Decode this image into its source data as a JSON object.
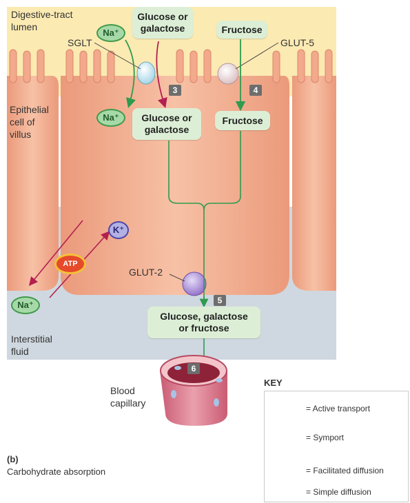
{
  "labels": {
    "lumen": "Digestive-tract\nlumen",
    "epithelial": "Epithelial\ncell of\nvillus",
    "interstitial": "Interstitial\nfluid",
    "capillary": "Blood\ncapillary",
    "sglt": "SGLT",
    "glut5": "GLUT-5",
    "glut2": "GLUT-2",
    "caption_prefix": "(b)",
    "caption": "Carbohydrate absorption"
  },
  "boxes": {
    "glucose_top": "Glucose or\ngalactose",
    "fructose_top": "Fructose",
    "glucose_mid": "Glucose or\ngalactose",
    "fructose_mid": "Fructose",
    "combined": "Glucose, galactose\nor fructose"
  },
  "ions": {
    "na": "Na⁺",
    "k": "K⁺",
    "atp": "ATP"
  },
  "steps": [
    "3",
    "4",
    "5",
    "6"
  ],
  "key": {
    "title": "KEY",
    "active": "= Active transport",
    "symport": "= Symport",
    "facilitated": "= Facilitated diffusion",
    "simple": "= Simple diffusion"
  },
  "colors": {
    "lumen_bg": "#fbeab2",
    "cell": "#f0a889",
    "interstitial": "#cfd8e0",
    "green_arrow": "#2e9b4d",
    "red_arrow": "#b31f4f"
  }
}
